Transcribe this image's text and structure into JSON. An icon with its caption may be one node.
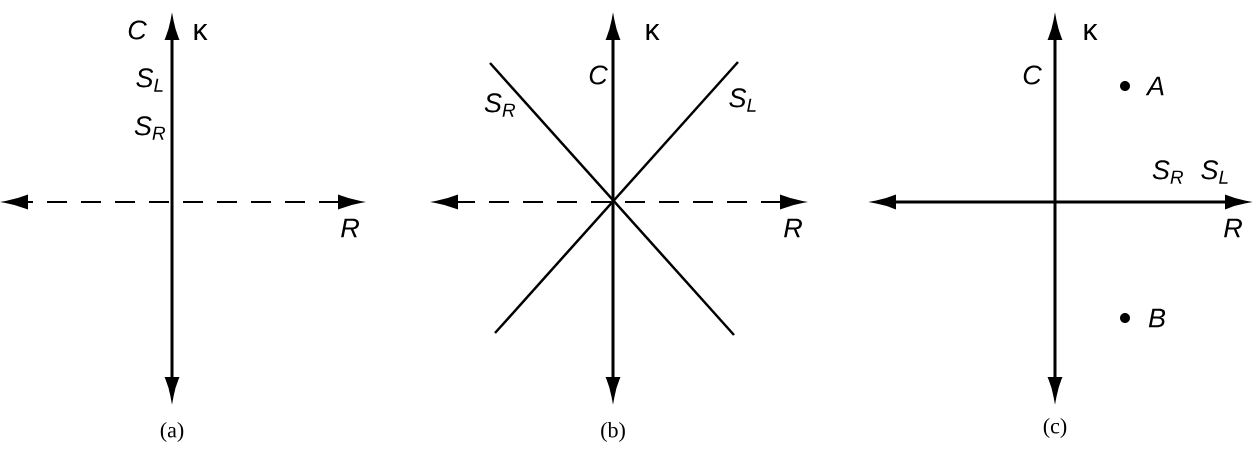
{
  "diagram": {
    "labels": [
      "C",
      "κ",
      "S$_{L}$",
      "S$_{R}$",
      "R",
      "(a)",
      "κ",
      "C",
      "S$_{R}$",
      "S$_{L}$",
      "R",
      "(b)",
      "κ",
      "C",
      "A",
      "S$_{R}$",
      "S$_{L}$",
      "R",
      "B",
      "(c)"
    ]
  }
}
